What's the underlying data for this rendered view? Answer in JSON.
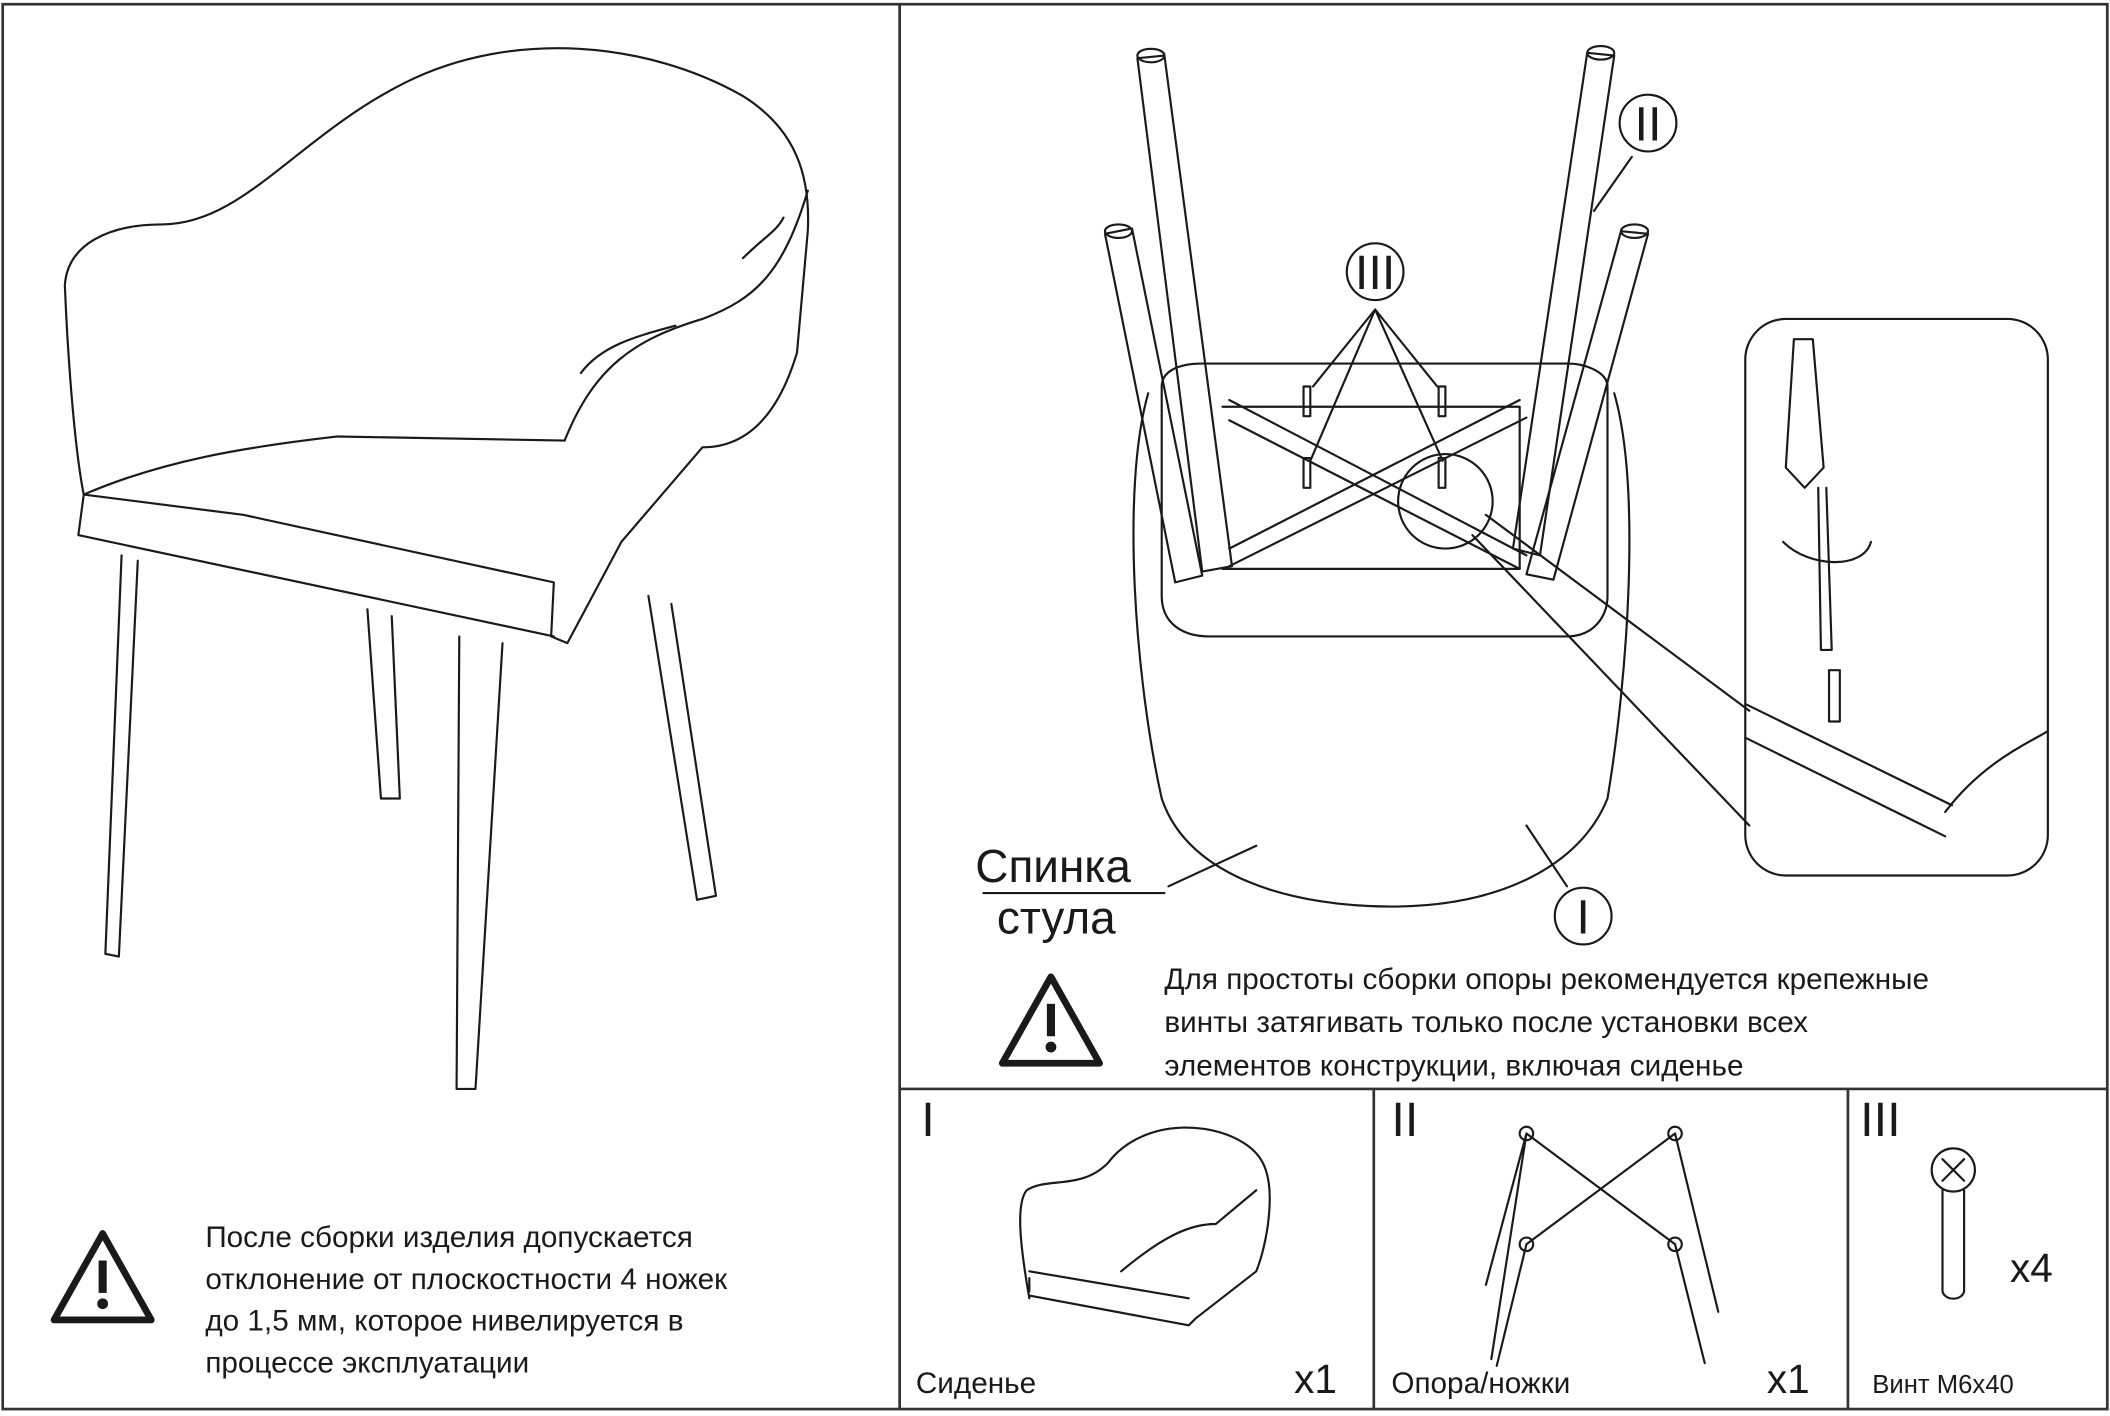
{
  "warnings": {
    "left": [
      "После сборки изделия допускается",
      "отклонение от плоскостности 4 ножек",
      "до 1,5 мм, которое нивелируется в",
      "процессе эксплуатации"
    ],
    "right": [
      "Для простоты сборки опоры рекомендуется крепежные",
      "винты затягивать только после установки всех",
      "элементов конструкции, включая сиденье"
    ]
  },
  "diagram_labels": {
    "backrest": [
      "Спинка",
      "стула"
    ],
    "part_I": "I",
    "part_II": "II",
    "part_III": "III"
  },
  "parts": [
    {
      "numeral": "I",
      "name": "Сиденье",
      "qty": "x1"
    },
    {
      "numeral": "II",
      "name": "Опора/ножки",
      "qty": "x1"
    },
    {
      "numeral": "III",
      "name": "Винт М6х40",
      "qty": "x4"
    }
  ]
}
